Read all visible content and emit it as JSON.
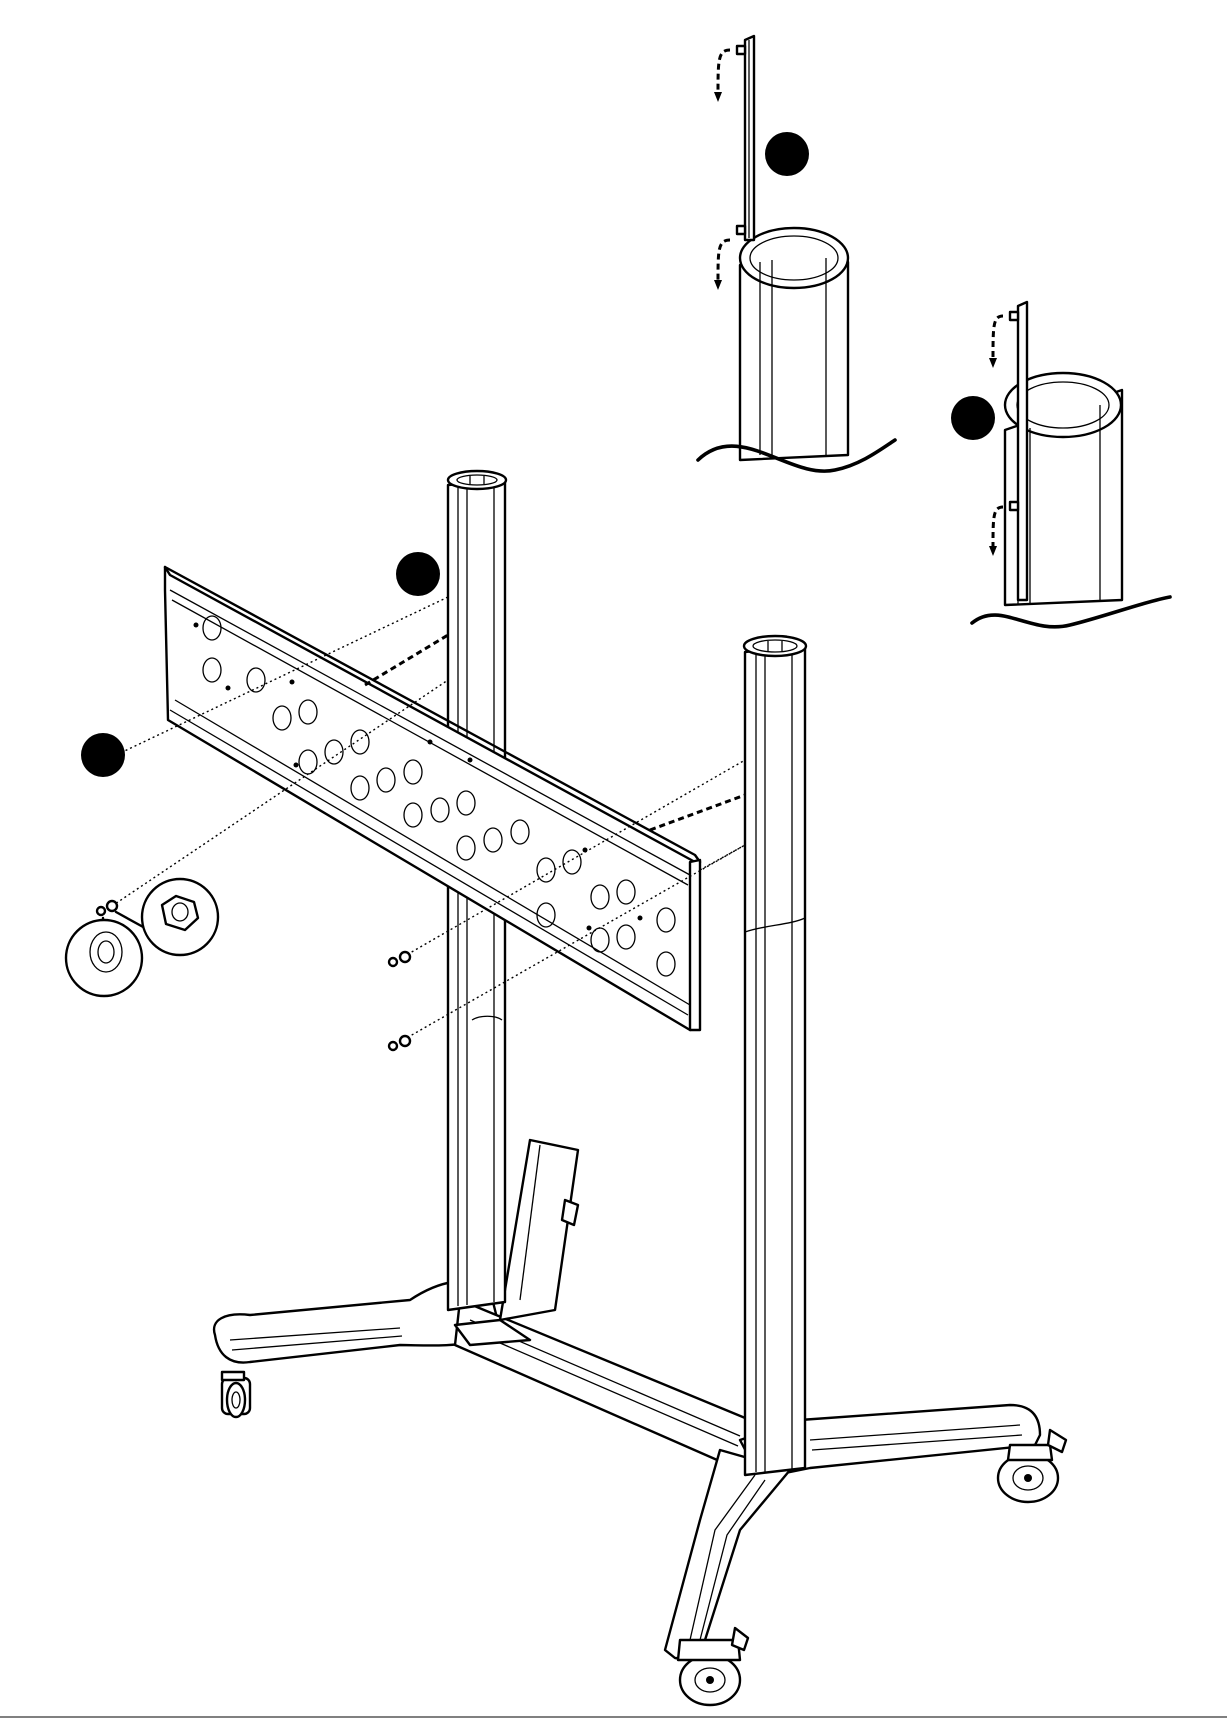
{
  "figure": {
    "kind": "assembly-instruction-illustration",
    "colors": {
      "line": "#000000",
      "background": "#ffffff",
      "callout": "#000000"
    },
    "callouts": [
      {
        "name": "step-callout-top",
        "label": ""
      },
      {
        "name": "step-callout-right",
        "label": ""
      },
      {
        "name": "step-callout-column",
        "label": ""
      },
      {
        "name": "step-callout-left",
        "label": ""
      }
    ],
    "icons": [
      "washer-detail-icon",
      "hex-nut-detail-icon",
      "dashed-arrow-icon"
    ]
  }
}
